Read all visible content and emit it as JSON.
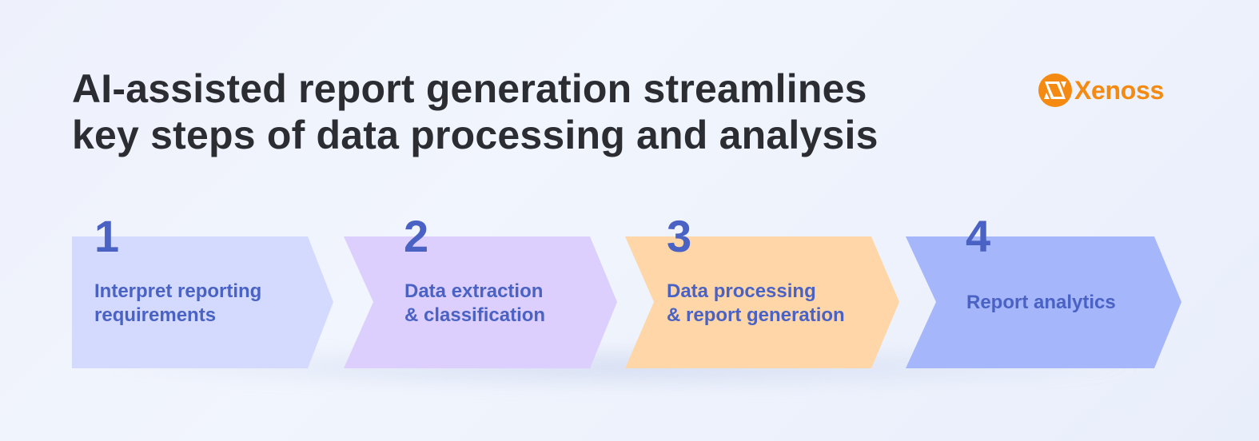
{
  "header": {
    "title_line1": "AI-assisted report generation streamlines",
    "title_line2": "key steps of data processing and analysis"
  },
  "logo": {
    "icon": "xenoss-x-mark-icon",
    "text": "Xenoss",
    "color": "#f58a12"
  },
  "steps": [
    {
      "number": "1",
      "label_line1": "Interpret reporting",
      "label_line2": "requirements",
      "color": "#d3dafd"
    },
    {
      "number": "2",
      "label_line1": "Data extraction",
      "label_line2": "& classification",
      "color": "#dccffd"
    },
    {
      "number": "3",
      "label_line1": "Data processing",
      "label_line2": "& report generation",
      "color": "#fed6a8"
    },
    {
      "number": "4",
      "label_line1": "Report analytics",
      "label_line2": "",
      "color": "#a5b6fb"
    }
  ],
  "colors": {
    "text_accent": "#4a62c4",
    "title_text": "#2b2d33"
  }
}
